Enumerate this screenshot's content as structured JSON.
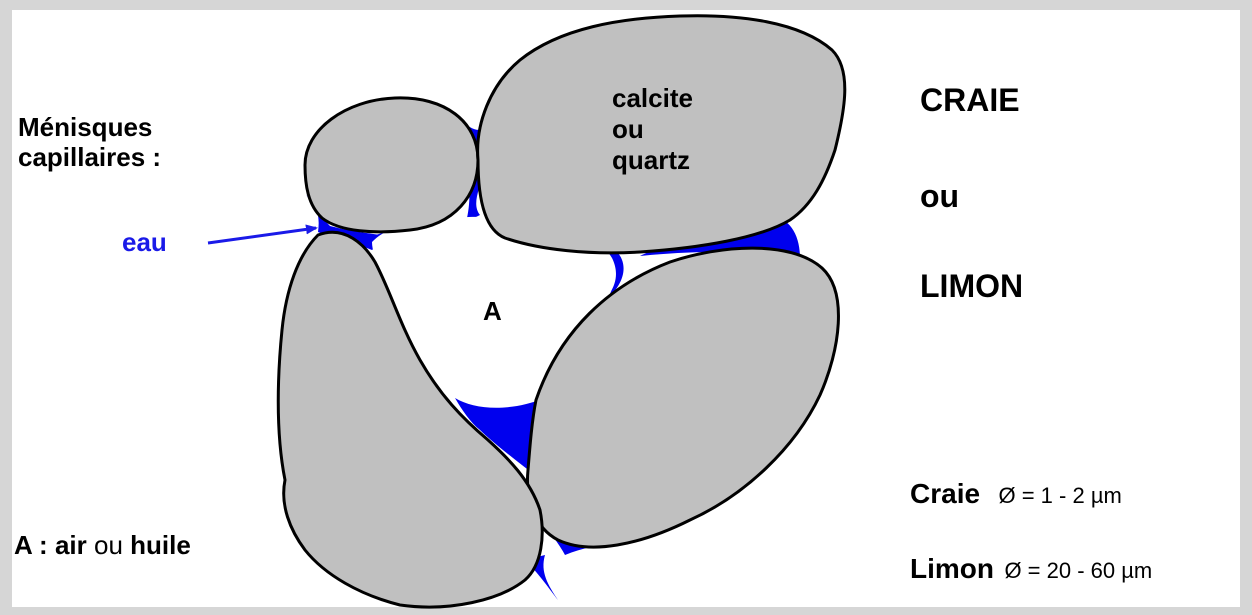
{
  "colors": {
    "grain": "#c0c0c0",
    "water": "#0000ee",
    "arrow": "#1a1ae8",
    "background": "#d6d6d6",
    "panel": "#ffffff"
  },
  "labels": {
    "menisques_line1": "Ménisques",
    "menisques_line2": "capillaires :",
    "eau": "eau",
    "pore": "A",
    "grain_line1": "calcite",
    "grain_line2": "ou",
    "grain_line3": "quartz",
    "legend_a": "A :",
    "legend_air": "air",
    "legend_ou": "ou",
    "legend_huile": "huile"
  },
  "title": {
    "craie": "CRAIE",
    "ou": "ou",
    "limon": "LIMON"
  },
  "sizes": [
    {
      "name": "Craie",
      "diameter": "Ø = 1 - 2 µm"
    },
    {
      "name": "Limon",
      "diameter": "Ø = 20 - 60 µm"
    }
  ]
}
